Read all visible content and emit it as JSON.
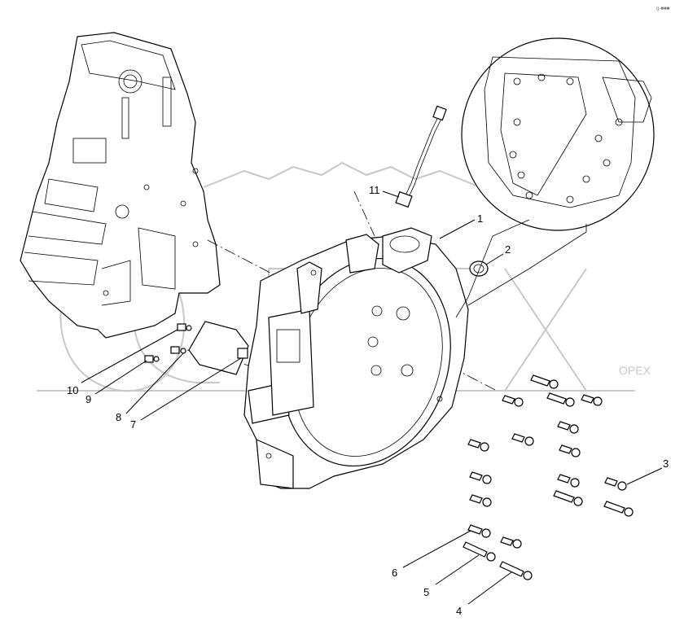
{
  "diagram": {
    "corner_mark": "g-■■■",
    "callouts": [
      {
        "id": "1",
        "label": "1"
      },
      {
        "id": "2",
        "label": "2"
      },
      {
        "id": "3",
        "label": "3"
      },
      {
        "id": "4",
        "label": "4"
      },
      {
        "id": "5",
        "label": "5"
      },
      {
        "id": "6",
        "label": "6"
      },
      {
        "id": "7",
        "label": "7"
      },
      {
        "id": "8",
        "label": "8"
      },
      {
        "id": "9",
        "label": "9"
      },
      {
        "id": "10",
        "label": "10"
      },
      {
        "id": "11",
        "label": "11"
      }
    ],
    "watermark": "OPEX"
  }
}
